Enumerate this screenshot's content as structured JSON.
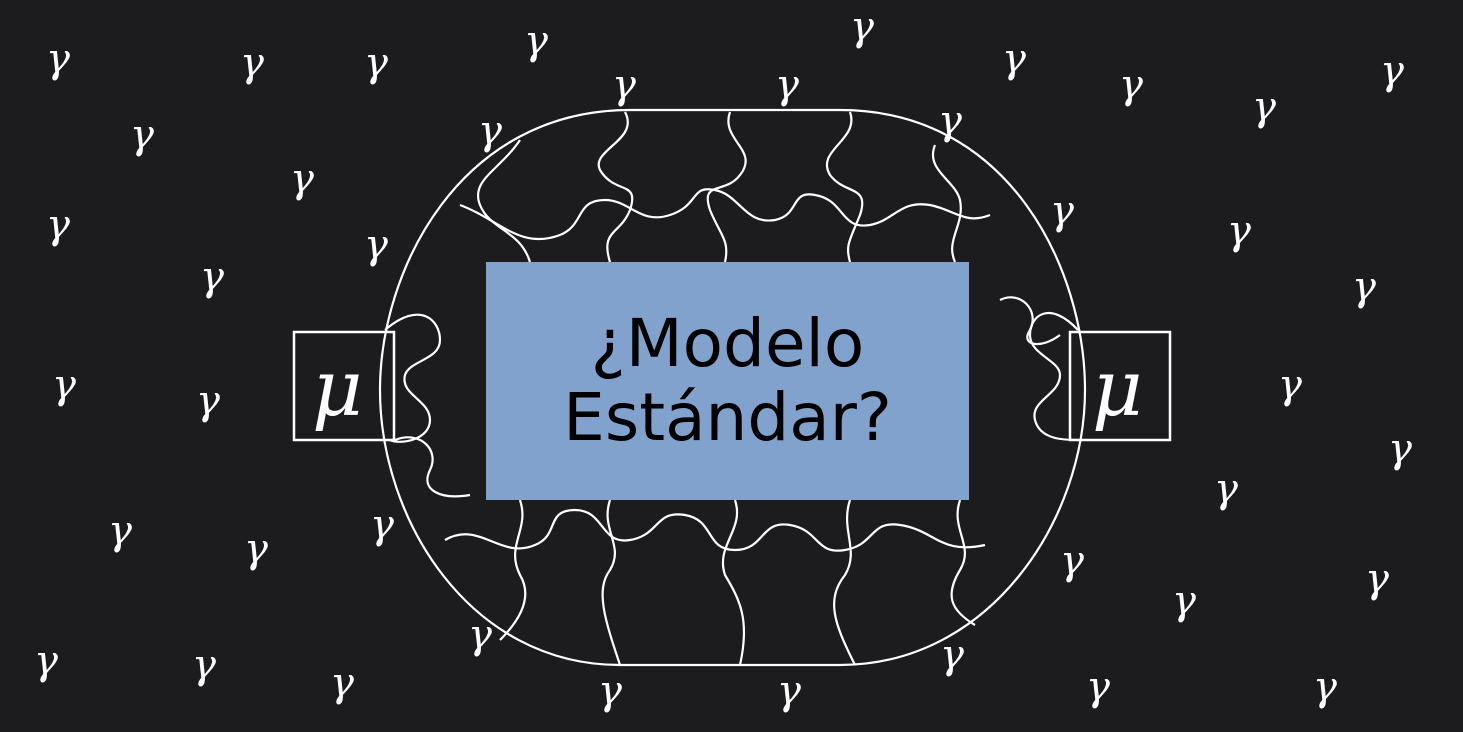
{
  "scatter_symbol": "γ",
  "particle_symbol": "μ",
  "title": {
    "line1": "¿Modelo",
    "line2": "Estándar?"
  },
  "colors": {
    "background": "#1c1c1e",
    "foreground": "#ffffff",
    "title_box": "#8aacd9",
    "title_text": "#000000"
  }
}
